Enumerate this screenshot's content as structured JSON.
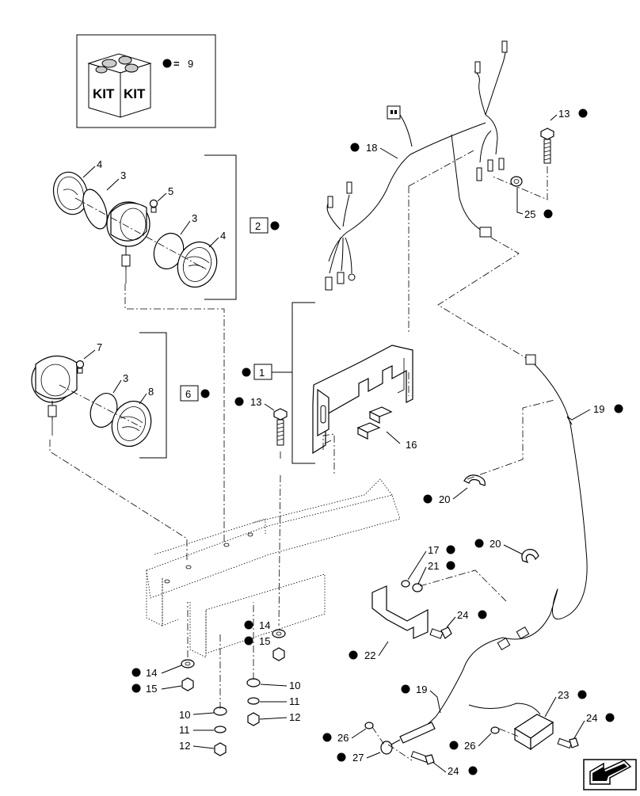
{
  "kit": {
    "label_left": "KIT",
    "label_right": "KIT",
    "equals": "=",
    "count": "9"
  },
  "callouts": {
    "c1": "1",
    "c2": "2",
    "c3a": "3",
    "c3b": "3",
    "c3c": "3",
    "c4a": "4",
    "c4b": "4",
    "c5": "5",
    "c6": "6",
    "c7": "7",
    "c8": "8",
    "c10a": "10",
    "c10b": "10",
    "c11a": "11",
    "c11b": "11",
    "c12a": "12",
    "c12b": "12",
    "c13a": "13",
    "c13b": "13",
    "c14a": "14",
    "c14b": "14",
    "c15a": "15",
    "c15b": "15",
    "c16": "16",
    "c17": "17",
    "c18": "18",
    "c19a": "19",
    "c19b": "19",
    "c20a": "20",
    "c20b": "20",
    "c21": "21",
    "c22": "22",
    "c23": "23",
    "c24a": "24",
    "c24b": "24",
    "c24c": "24",
    "c25": "25",
    "c26a": "26",
    "c26b": "26",
    "c27": "27"
  },
  "icons": [
    "kit-box-icon",
    "navigation-arrow-icon"
  ]
}
